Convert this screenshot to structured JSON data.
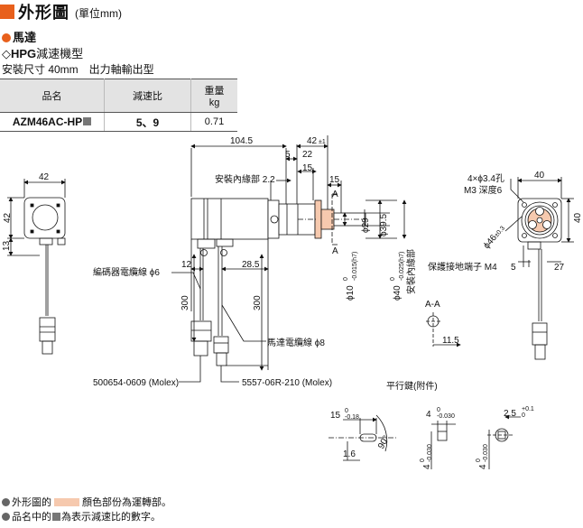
{
  "header": {
    "title": "外形圖",
    "unit": "(單位mm)"
  },
  "motor_label": "馬達",
  "type_label": {
    "prefix": "◇",
    "bold": "HPG",
    "rest": "減速機型"
  },
  "mount_label": "安裝尺寸 40mm　出力軸輸出型",
  "table": {
    "headers": {
      "name": "品名",
      "ratio": "減速比",
      "weight": "重量",
      "weight_unit": "kg"
    },
    "row": {
      "name": "AZM46AC-HP",
      "ratio": "5、9",
      "weight": "0.71"
    }
  },
  "dims": {
    "d104": "104.5",
    "d42tol": "42",
    "d42tol_suffix": "±1",
    "d5": "5",
    "d22": "22",
    "d15a": "15",
    "d15b": "15",
    "inner_line": "安裝內緣部 2.2",
    "A": "A",
    "d29": "ϕ29",
    "d395": "ϕ39.5",
    "d10": "ϕ10",
    "d10tol_top": "0",
    "d10tol_bot": "-0.015(h7)",
    "d40": "ϕ40",
    "d40tol_top": "0",
    "d40tol_bot": "-0.025(h7)",
    "inner_edge": "安裝內緣部",
    "left42w": "42",
    "left42h": "42",
    "left13": "13",
    "d12": "12",
    "d285": "28.5",
    "d300a": "300",
    "d300b": "300",
    "encoder_cable": "編碼器電纜線 ϕ6",
    "motor_cable": "馬達電纜線 ϕ8",
    "conn1": "500654-0609 (Molex)",
    "conn2": "5557-06R-210 (Molex)",
    "aa": "A-A",
    "d115": "11.5",
    "holes": "4×ϕ3.4孔",
    "m3": "M3 深度6",
    "r40w": "40",
    "r40h": "40",
    "pcd": "ϕ46",
    "pcd_tol": "±0.3",
    "ground": "保護接地端子 M4",
    "r5": "5",
    "r27": "27",
    "key_label": "平行鍵(附件)",
    "k15": "15",
    "k15t": "0",
    "k15b": "-0.18",
    "k4": "4",
    "k4t": "0",
    "k4b": "-0.030",
    "k25": "2.5",
    "k25t": "+0.1",
    "k25b": "0",
    "k16": "1.6",
    "k90": "90°",
    "kv4a": "4",
    "kv4at": "0",
    "kv4ab": "-0.030",
    "kv4b": "4",
    "kv4bt": "0",
    "kv4bb": "-0.030"
  },
  "notes": {
    "n1a": "外形圖的",
    "n1b": "顏色部份為運轉部。",
    "n2a": "品名中的",
    "n2b": "為表示減速比的數字。"
  }
}
